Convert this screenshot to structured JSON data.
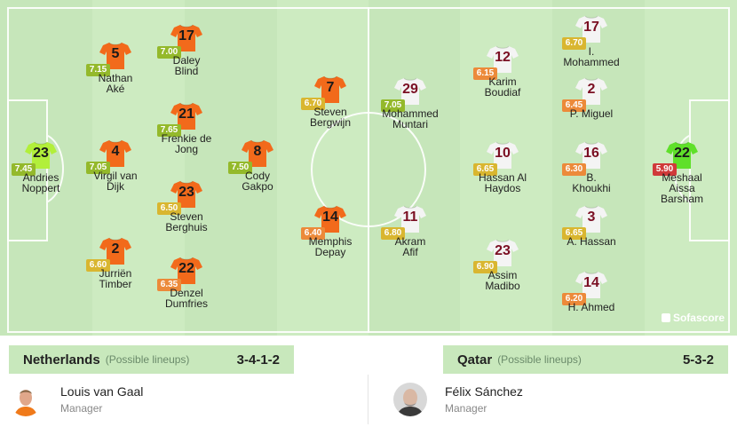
{
  "colors": {
    "home_shirt": "#f26a1b",
    "home_number": "#1a1a1a",
    "away_shirt": "#f4f4f4",
    "away_number": "#7a0e22",
    "gk_home_shirt": "#b2ef3a",
    "gk_away_shirt": "#5fe02a"
  },
  "home": {
    "team": "Netherlands",
    "note": "(Possible lineups)",
    "formation": "3-4-1-2",
    "manager": {
      "name": "Louis van Gaal",
      "role": "Manager"
    },
    "players": [
      {
        "num": "23",
        "rating": "7.45",
        "rc": "#94b92b",
        "name": [
          "Andries",
          "Noppert"
        ],
        "gk": true
      },
      {
        "num": "5",
        "rating": "7.15",
        "rc": "#94b92b",
        "name": [
          "Nathan",
          "Aké"
        ]
      },
      {
        "num": "4",
        "rating": "7.05",
        "rc": "#94b92b",
        "name": [
          "Virgil van",
          "Dijk"
        ]
      },
      {
        "num": "2",
        "rating": "6.60",
        "rc": "#d9b630",
        "name": [
          "Jurriën",
          "Timber"
        ]
      },
      {
        "num": "17",
        "rating": "7.00",
        "rc": "#94b92b",
        "name": [
          "Daley",
          "Blind"
        ]
      },
      {
        "num": "21",
        "rating": "7.65",
        "rc": "#94b92b",
        "name": [
          "Frenkie de",
          "Jong"
        ]
      },
      {
        "num": "23",
        "rating": "6.50",
        "rc": "#d9b630",
        "name": [
          "Steven",
          "Berghuis"
        ]
      },
      {
        "num": "22",
        "rating": "6.35",
        "rc": "#ec8a3a",
        "name": [
          "Denzel",
          "Dumfries"
        ]
      },
      {
        "num": "8",
        "rating": "7.50",
        "rc": "#94b92b",
        "name": [
          "Cody",
          "Gakpo"
        ]
      },
      {
        "num": "7",
        "rating": "6.70",
        "rc": "#d9b630",
        "name": [
          "Steven",
          "Bergwijn"
        ]
      },
      {
        "num": "14",
        "rating": "6.40",
        "rc": "#ec8a3a",
        "name": [
          "Memphis",
          "Depay"
        ]
      }
    ]
  },
  "away": {
    "team": "Qatar",
    "note": "(Possible lineups)",
    "formation": "5-3-2",
    "manager": {
      "name": "Félix Sánchez",
      "role": "Manager"
    },
    "players": [
      {
        "num": "22",
        "rating": "5.90",
        "rc": "#d03a3a",
        "name": [
          "Meshaal",
          "Aissa",
          "Barsham"
        ],
        "gk": true
      },
      {
        "num": "17",
        "rating": "6.70",
        "rc": "#d9b630",
        "name": [
          "I.",
          "Mohammed"
        ]
      },
      {
        "num": "2",
        "rating": "6.45",
        "rc": "#ec8a3a",
        "name": [
          "P. Miguel"
        ]
      },
      {
        "num": "16",
        "rating": "6.30",
        "rc": "#ec8a3a",
        "name": [
          "B.",
          "Khoukhi"
        ]
      },
      {
        "num": "3",
        "rating": "6.65",
        "rc": "#d9b630",
        "name": [
          "A. Hassan"
        ]
      },
      {
        "num": "14",
        "rating": "6.20",
        "rc": "#ec8a3a",
        "name": [
          "H. Ahmed"
        ]
      },
      {
        "num": "12",
        "rating": "6.15",
        "rc": "#ec8a3a",
        "name": [
          "Karim",
          "Boudiaf"
        ]
      },
      {
        "num": "10",
        "rating": "6.65",
        "rc": "#d9b630",
        "name": [
          "Hassan Al",
          "Haydos"
        ]
      },
      {
        "num": "23",
        "rating": "6.90",
        "rc": "#d9b630",
        "name": [
          "Assim",
          "Madibo"
        ]
      },
      {
        "num": "29",
        "rating": "7.05",
        "rc": "#94b92b",
        "name": [
          "Mohammed",
          "Muntari"
        ]
      },
      {
        "num": "11",
        "rating": "6.80",
        "rc": "#d9b630",
        "name": [
          "Akram",
          "Afif"
        ]
      }
    ]
  },
  "watermark": "Sofascore"
}
